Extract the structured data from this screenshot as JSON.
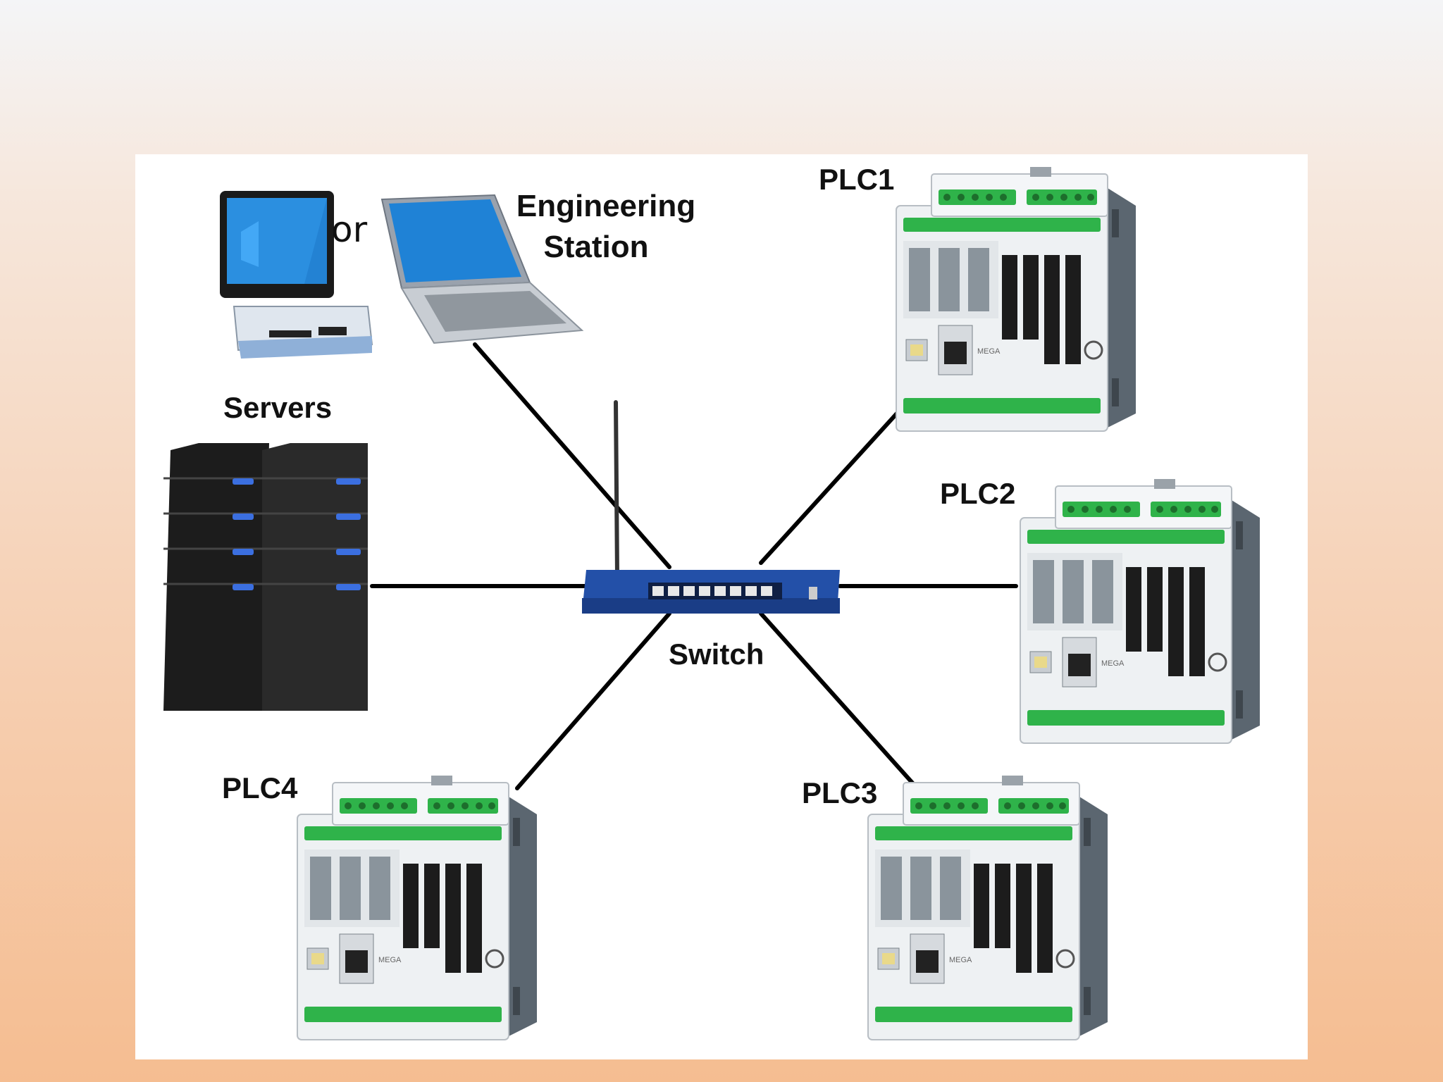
{
  "labels": {
    "or": "or",
    "engineering_station_line1": "Engineering",
    "engineering_station_line2": "Station",
    "servers": "Servers",
    "switch": "Switch",
    "plc1": "PLC1",
    "plc2": "PLC2",
    "plc3": "PLC3",
    "plc4": "PLC4"
  },
  "nodes": [
    {
      "id": "switch",
      "type": "network-switch"
    },
    {
      "id": "engineering-station",
      "type": "laptop"
    },
    {
      "id": "industrial-pc",
      "type": "panel-pc-and-box-pc"
    },
    {
      "id": "servers",
      "type": "server-racks"
    },
    {
      "id": "plc1",
      "type": "plc"
    },
    {
      "id": "plc2",
      "type": "plc"
    },
    {
      "id": "plc3",
      "type": "plc"
    },
    {
      "id": "plc4",
      "type": "plc"
    }
  ],
  "edges": [
    {
      "from": "switch",
      "to": "engineering-station"
    },
    {
      "from": "switch",
      "to": "servers"
    },
    {
      "from": "switch",
      "to": "plc1"
    },
    {
      "from": "switch",
      "to": "plc2"
    },
    {
      "from": "switch",
      "to": "plc3"
    },
    {
      "from": "switch",
      "to": "plc4"
    }
  ],
  "colors": {
    "switch_body": "#2350a8",
    "server_led": "#3b6fe0",
    "terminal_green": "#2fb34a",
    "plc_housing": "#eef1f3",
    "plc_side": "#5b6670"
  }
}
